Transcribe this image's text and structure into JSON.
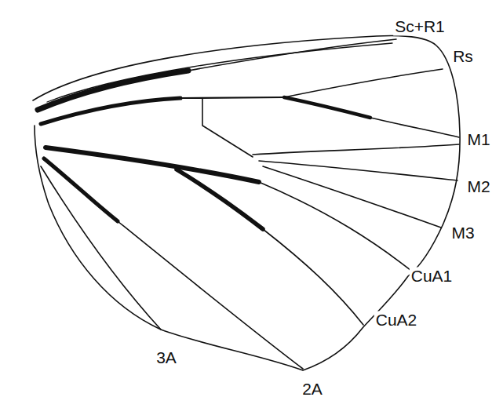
{
  "diagram": {
    "labels": [
      "Sc+R1",
      "Rs",
      "M1",
      "M2",
      "M3",
      "CuA1",
      "CuA2",
      "3A",
      "2A"
    ]
  }
}
